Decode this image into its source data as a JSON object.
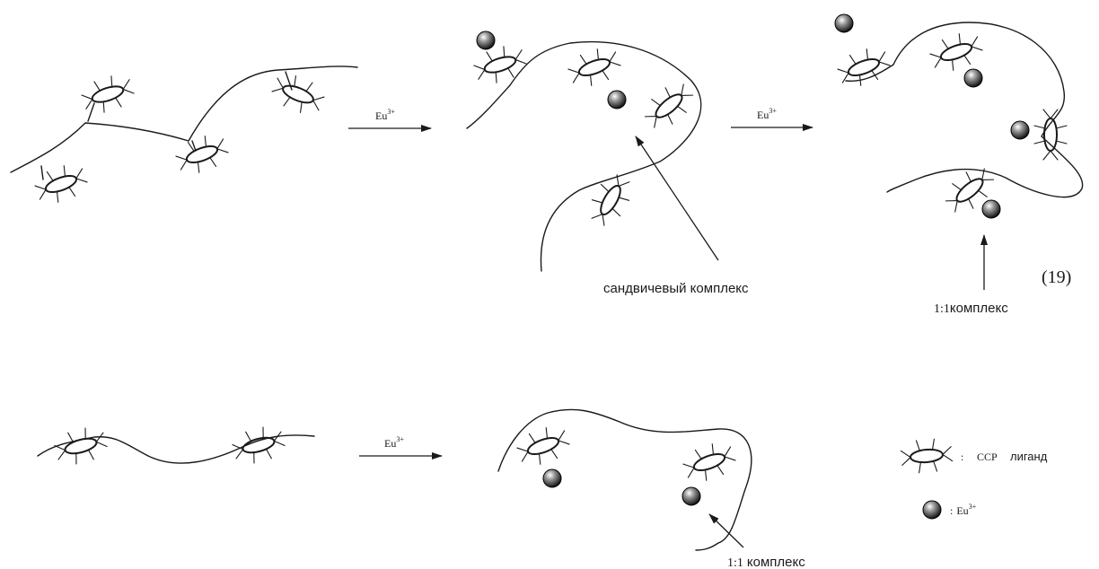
{
  "scheme_number": "(19)",
  "reagent_label": "Eu",
  "reagent_charge": "3+",
  "labels": {
    "sandwich_complex": "сандвичевый комплекс",
    "complex_1_1_top_ratio": "1:1",
    "complex_1_1_top_word": "комплекс",
    "complex_1_1_bottom_ratio": "1:1",
    "complex_1_1_bottom_word": "комплекс"
  },
  "legend": {
    "ligand_code": "CCP",
    "ligand_word": "лиганд",
    "separator": ":",
    "ion_label": "Eu",
    "ion_charge": "3+"
  },
  "colors": {
    "ink": "#1a1a1a",
    "background": "#ffffff"
  },
  "icons": [
    "ccp-ligand-ring-icon",
    "eu-ion-sphere-icon",
    "reaction-arrow-icon"
  ]
}
